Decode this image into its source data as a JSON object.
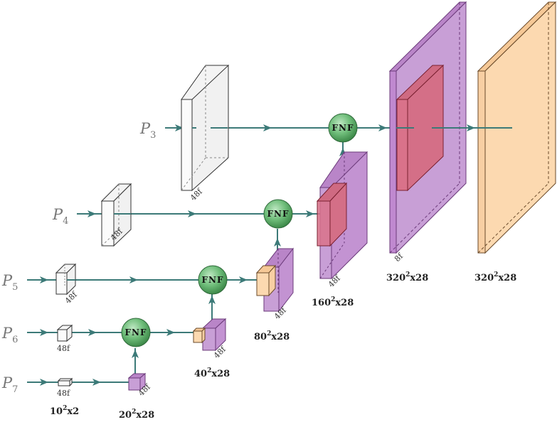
{
  "colors": {
    "arrow": "#3c7a78",
    "purple_fill": "#c89fd6",
    "purple_stroke": "#6b3a7a",
    "orange_fill": "#fcd9b0",
    "orange_stroke": "#6a4a2a",
    "red_fill": "#d9728a",
    "red_stroke": "#7a2030",
    "fnf_fill": "#5fae6c",
    "fnf_stroke": "#2f6a3a",
    "box_stroke": "#333333",
    "box_fill": "#fafafa"
  },
  "inputs": [
    {
      "letter": "P",
      "sub": "3"
    },
    {
      "letter": "P",
      "sub": "4"
    },
    {
      "letter": "P",
      "sub": "5"
    },
    {
      "letter": "P",
      "sub": "6"
    },
    {
      "letter": "P",
      "sub": "7"
    }
  ],
  "fnf_label": "FNF",
  "filter_label": "48f",
  "filter_label_8": "8f",
  "dims": {
    "d10": {
      "base": "10",
      "sup": "2",
      "rest": "x2"
    },
    "d20": {
      "base": "20",
      "sup": "2",
      "rest": "x28"
    },
    "d40": {
      "base": "40",
      "sup": "2",
      "rest": "x28"
    },
    "d80": {
      "base": "80",
      "sup": "2",
      "rest": "x28"
    },
    "d160": {
      "base": "160",
      "sup": "2",
      "rest": "x28"
    },
    "d320a": {
      "base": "320",
      "sup": "2",
      "rest": "x28"
    },
    "d320b": {
      "base": "320",
      "sup": "2",
      "rest": "x28"
    }
  }
}
